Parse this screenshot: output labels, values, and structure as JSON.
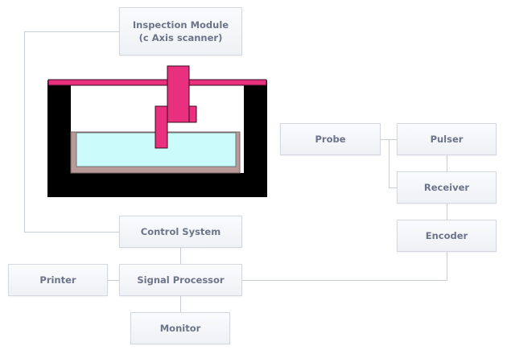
{
  "diagram": {
    "nodes": {
      "inspection_module": {
        "line1": "Inspection Module",
        "line2": "(c Axis scanner)"
      },
      "control_system": {
        "label": "Control System"
      },
      "signal_processor": {
        "label": "Signal Processor"
      },
      "printer": {
        "label": "Printer"
      },
      "monitor": {
        "label": "Monitor"
      },
      "probe": {
        "label": "Probe"
      },
      "pulser": {
        "label": "Pulser"
      },
      "receiver": {
        "label": "Receiver"
      },
      "encoder": {
        "label": "Encoder"
      }
    },
    "colors": {
      "scanner_gantry": "#e8307f",
      "tank_water": "#ccfbfb",
      "tank_rim": "#b89a99",
      "frame": "#000000",
      "connector": "#c9ced6",
      "box_text": "#6c7489"
    }
  }
}
